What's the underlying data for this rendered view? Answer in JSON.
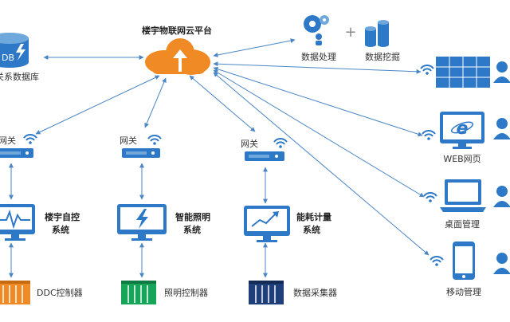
{
  "platform": {
    "title": "楼宇物联网云平台"
  },
  "top_right": {
    "processing": "数据处理",
    "plus": "+",
    "mining": "数据挖掘"
  },
  "database": {
    "badge": "DB",
    "label": "关系数据库"
  },
  "gateways": [
    {
      "label": "网关"
    },
    {
      "label": "网关"
    },
    {
      "label": "网关"
    }
  ],
  "systems": [
    {
      "line1": "楼宇自控",
      "line2": "系统"
    },
    {
      "line1": "智能照明",
      "line2": "系统"
    },
    {
      "line1": "能耗计量",
      "line2": "系统"
    }
  ],
  "controllers": [
    {
      "label": "DDC控制器"
    },
    {
      "label": "照明控制器"
    },
    {
      "label": "数据采集器"
    }
  ],
  "clients": [
    {
      "label": ""
    },
    {
      "label": "WEB网页"
    },
    {
      "label": "桌面管理"
    },
    {
      "label": "移动管理"
    }
  ],
  "colors": {
    "blue": "#2e79c7",
    "orange": "#f08a24",
    "green": "#17a55a",
    "navy": "#1f3f7a",
    "line": "#4a86c5"
  }
}
